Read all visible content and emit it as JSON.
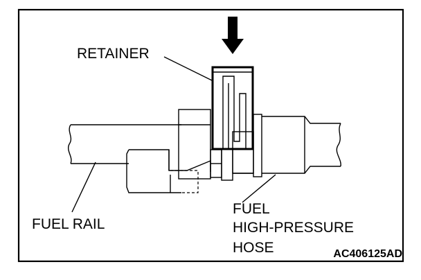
{
  "labels": {
    "retainer": "RETAINER",
    "fuel_rail": "FUEL RAIL",
    "hose_line1": "FUEL",
    "hose_line2": "HIGH-PRESSURE",
    "hose_line3": "HOSE"
  },
  "figure_code": "AC406125AD",
  "icons": {
    "arrow": "down-arrow-icon"
  }
}
